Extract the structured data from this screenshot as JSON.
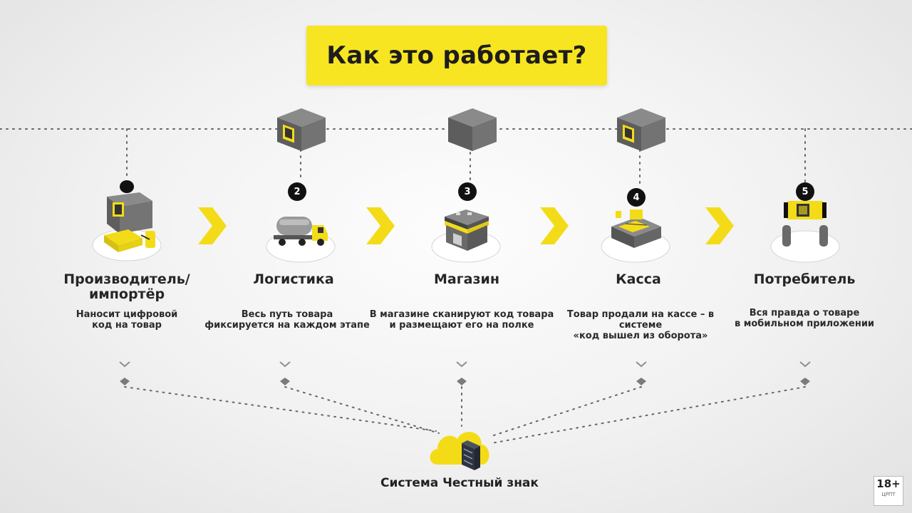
{
  "title": "Как это работает?",
  "steps": [
    {
      "label": "Производитель/\nимпортёр",
      "desc": "Наносит цифровой\nкод на товар"
    },
    {
      "label": "Логистика",
      "number": "2",
      "desc": "Весь путь товара\nфиксируется на каждом этапе"
    },
    {
      "label": "Магазин",
      "number": "3",
      "desc": "В магазине сканируют код товара\nи размещают его на полке"
    },
    {
      "label": "Касса",
      "number": "4",
      "desc": "Товар продали на кассе – в системе\n«код вышел из оборота»"
    },
    {
      "label": "Потребитель",
      "number": "5",
      "desc": "Вся правда о товаре\nв мобильном приложении"
    }
  ],
  "system_label": "Система Честный знак",
  "age_rating": "18+",
  "watermark": "ЦРПТ",
  "colors": {
    "yellow": "#f7e521",
    "dark": "#111111",
    "box_gray": "#6e6e6e"
  },
  "icons": [
    "factory-machine-icon",
    "fuel-truck-icon",
    "store-icon",
    "cash-register-icon",
    "phone-hands-icon",
    "cloud-server-icon",
    "package-box-icon",
    "chevron-arrow-icon"
  ]
}
